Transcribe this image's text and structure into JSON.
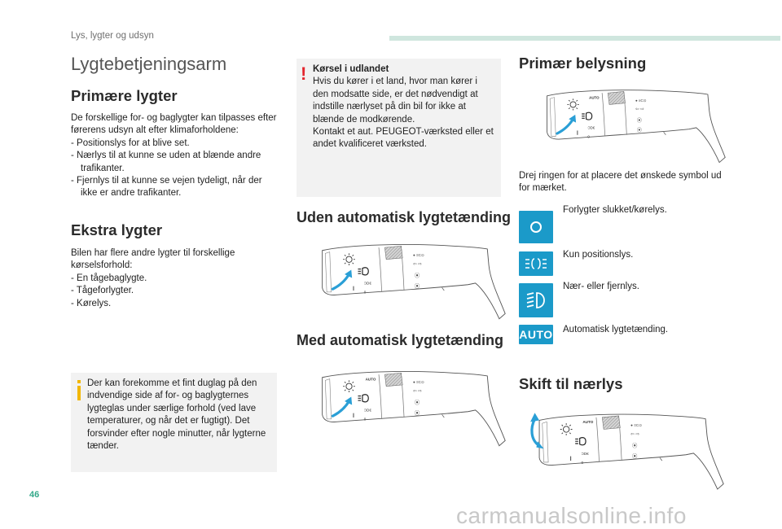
{
  "header": {
    "section": "Lys, lygter og udsyn"
  },
  "page_number": "46",
  "watermark": "carmanualsonline.info",
  "title": "Lygtebetjeningsarm",
  "col1": {
    "primary": {
      "heading": "Primære lygter",
      "intro": "De forskellige for- og baglygter kan tilpasses efter førerens udsyn alt efter klimaforholdene:",
      "items": [
        "-   Positionslys for at blive set.",
        "-   Nærlys til at kunne se uden at blænde andre trafikanter.",
        "-   Fjernlys til at kunne se vejen tydeligt, når der ikke er andre trafikanter."
      ]
    },
    "extra": {
      "heading": "Ekstra lygter",
      "intro": "Bilen har flere andre lygter til forskellige kørselsforhold:",
      "items": [
        "-   En tågebaglygte.",
        "-   Tågeforlygter.",
        "-   Kørelys."
      ]
    },
    "info": {
      "text": "Der kan forekomme et fint duglag på den indvendige side af for- og baglygternes lygteglas under særlige forhold (ved lave temperaturer, og når det er fugtigt). Det forsvinder efter nogle minutter, når lygterne tænder."
    }
  },
  "col2": {
    "warning": {
      "title": "Kørsel i udlandet",
      "text1": "Hvis du kører i et land, hvor man kører i den modsatte side, er det nødvendigt at indstille nærlyset på din bil for ikke at blænde de modkørende.",
      "text2": "Kontakt et aut. PEUGEOT-værksted eller et andet kvalificeret værksted."
    },
    "no_auto": {
      "heading": "Uden automatisk lygtetænding"
    },
    "with_auto": {
      "heading": "Med automatisk lygtetænding"
    }
  },
  "col3": {
    "primary_light": {
      "heading": "Primær belysning"
    },
    "instruction": "Drej ringen for at placere det ønskede symbol ud for mærket.",
    "legend": [
      {
        "icon": "o-ring-icon",
        "label": "Forlygter slukket/kørelys."
      },
      {
        "icon": "position-light-icon",
        "label": "Kun positionslys."
      },
      {
        "icon": "headlight-icon",
        "label": "Nær- eller fjernlys."
      },
      {
        "icon": "auto-icon",
        "label": "Automatisk lygtetænding.",
        "icon_text": "AUTO"
      }
    ],
    "switch_low": {
      "heading": "Skift til nærlys"
    }
  },
  "colors": {
    "accent": "#1b9ac9",
    "arrow": "#2a9fd6",
    "warn": "#e3262e",
    "info": "#f2b700",
    "box": "#f2f2f2"
  }
}
